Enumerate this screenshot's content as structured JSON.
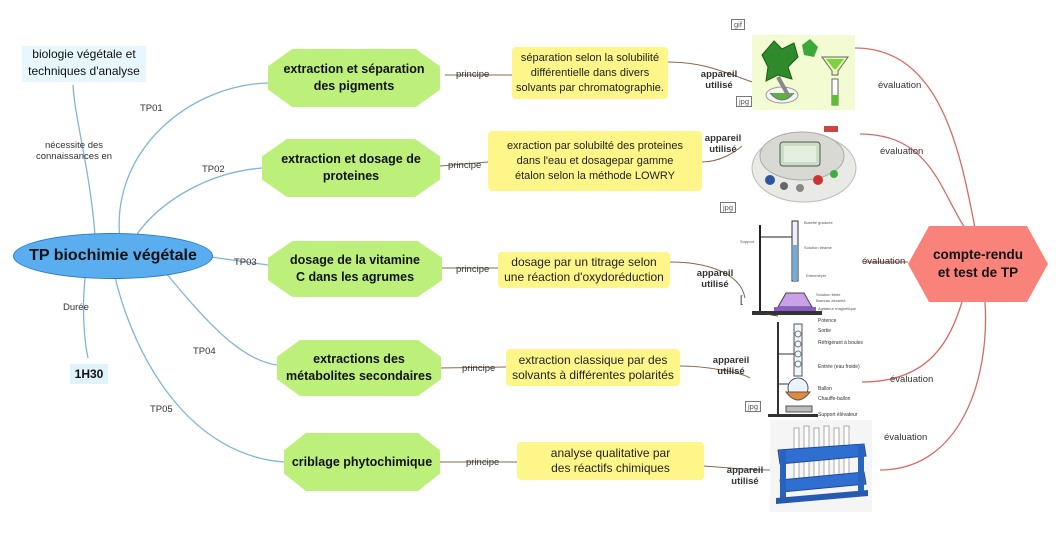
{
  "root": "TP biochimie végétale",
  "note_top": [
    "biologie végétale et",
    "techniques d'analyse"
  ],
  "note_link": [
    "nécessite des",
    "connaissances en"
  ],
  "duration_label": "Durée",
  "duration_value": "1H30",
  "tps": [
    {
      "id": "TP01",
      "title": [
        "extraction et séparation",
        "des pigments"
      ],
      "principle": [
        "séparation selon la solubilité",
        "différentielle dans  divers",
        "solvants par chromatographie."
      ]
    },
    {
      "id": "TP02",
      "title": [
        "extraction et dosage de",
        "proteines"
      ],
      "principle": [
        "exraction par solubilté des  proteines",
        "dans l'eau et  dosagepar gamme",
        "étalon selon la méthode LOWRY"
      ]
    },
    {
      "id": "TP03",
      "title": [
        "dosage de la vitamine",
        "C dans les agrumes"
      ],
      "principle": [
        "dosage par un titrage selon",
        "une réaction d'oxydoréduction"
      ]
    },
    {
      "id": "TP04",
      "title": [
        "extractions des",
        "métabolites secondaires"
      ],
      "principle": [
        "extraction classique par des",
        "solvants à différentes polarités"
      ]
    },
    {
      "id": "TP05",
      "title": [
        "criblage phytochimique"
      ],
      "principle": [
        "analyse qualitative par",
        "des réactifs chimiques"
      ]
    }
  ],
  "link_principe": "principe",
  "link_appareil": [
    "appareil",
    "utilisé"
  ],
  "link_evaluation": "évaluation",
  "conclusion": [
    "compte-rendu",
    "et test de TP"
  ],
  "image_tags": [
    "gif",
    "jpg",
    "jpg",
    "jpg"
  ],
  "apparatus_labels": [
    "Burette graduée",
    "Support",
    "Solution titrante",
    "Erlenmeyer",
    "Solution titrée",
    "Barreau aimanté",
    "Agitateur magnétique",
    "Potence",
    "Sortie",
    "Réfrigérant à boules",
    "Entrée (eau froide)",
    "Ballon",
    "Chauffe-ballon",
    "Support élévateur"
  ],
  "colors": {
    "main": "#5aaef0",
    "topic": "#bdf07a",
    "principle": "#fff68a",
    "conclusion": "#f9837b",
    "blue_line": "#7fb6d6",
    "brown_line": "#8a6a4a",
    "red_line": "#d96a62"
  }
}
